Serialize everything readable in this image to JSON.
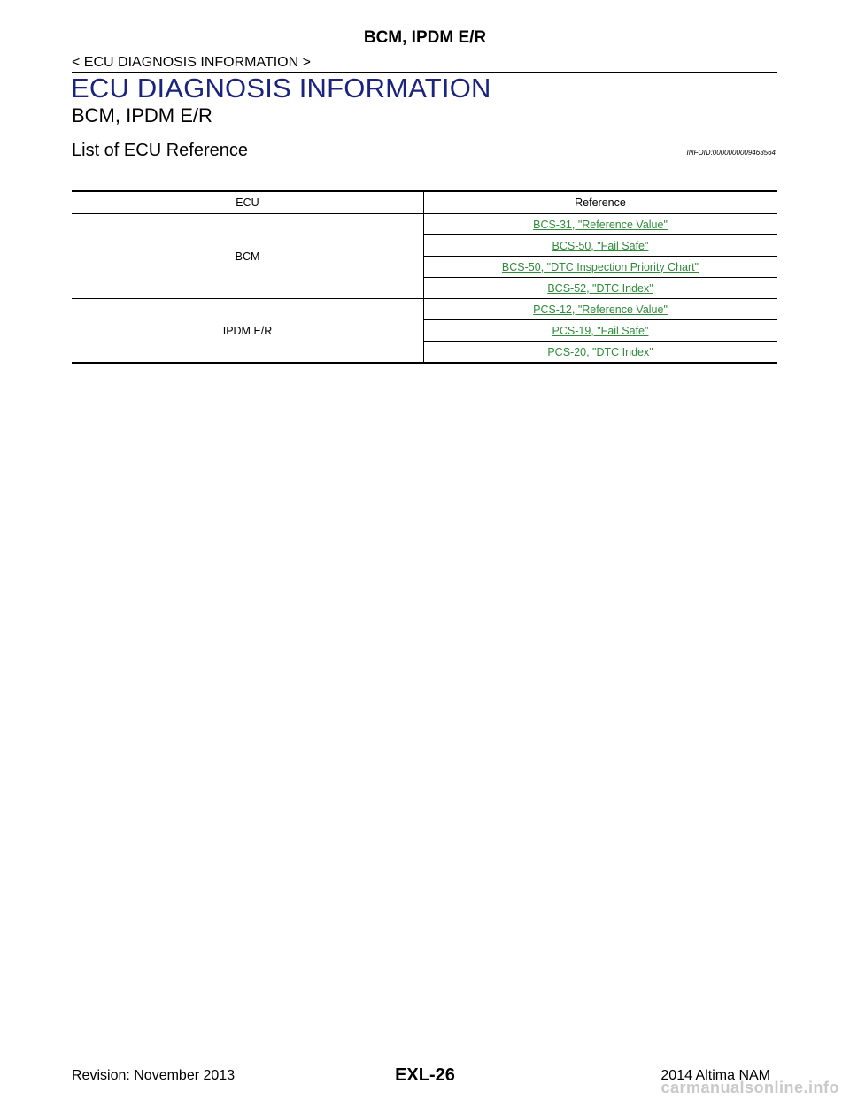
{
  "header": {
    "title": "BCM, IPDM E/R",
    "breadcrumb": "< ECU DIAGNOSIS INFORMATION >"
  },
  "section_title": "ECU DIAGNOSIS INFORMATION",
  "sub_title": "BCM, IPDM E/R",
  "topic": {
    "title": "List of ECU Reference",
    "infoid": "INFOID:0000000009463564"
  },
  "table": {
    "col_ecu": "ECU",
    "col_reference": "Reference",
    "groups": [
      {
        "ecu": "BCM",
        "refs": [
          "BCS-31, \"Reference Value\"",
          "BCS-50, \"Fail  Safe\"",
          "BCS-50, \"DTC  Inspection  Priority  Chart\"",
          "BCS-52, \"DTC  Index\""
        ]
      },
      {
        "ecu": "IPDM E/R",
        "refs": [
          "PCS-12, \"Reference Value\"",
          "PCS-19, \"Fail  Safe\"",
          "PCS-20, \"DTC  Index\""
        ]
      }
    ]
  },
  "footer": {
    "revision": "Revision: November 2013",
    "page": "EXL-26",
    "model": "2014 Altima NAM",
    "watermark": "carmanualsonline.info"
  },
  "colors": {
    "section_title": "#1a237e",
    "link": "#2e8b3a",
    "watermark": "#c9c9c9"
  }
}
